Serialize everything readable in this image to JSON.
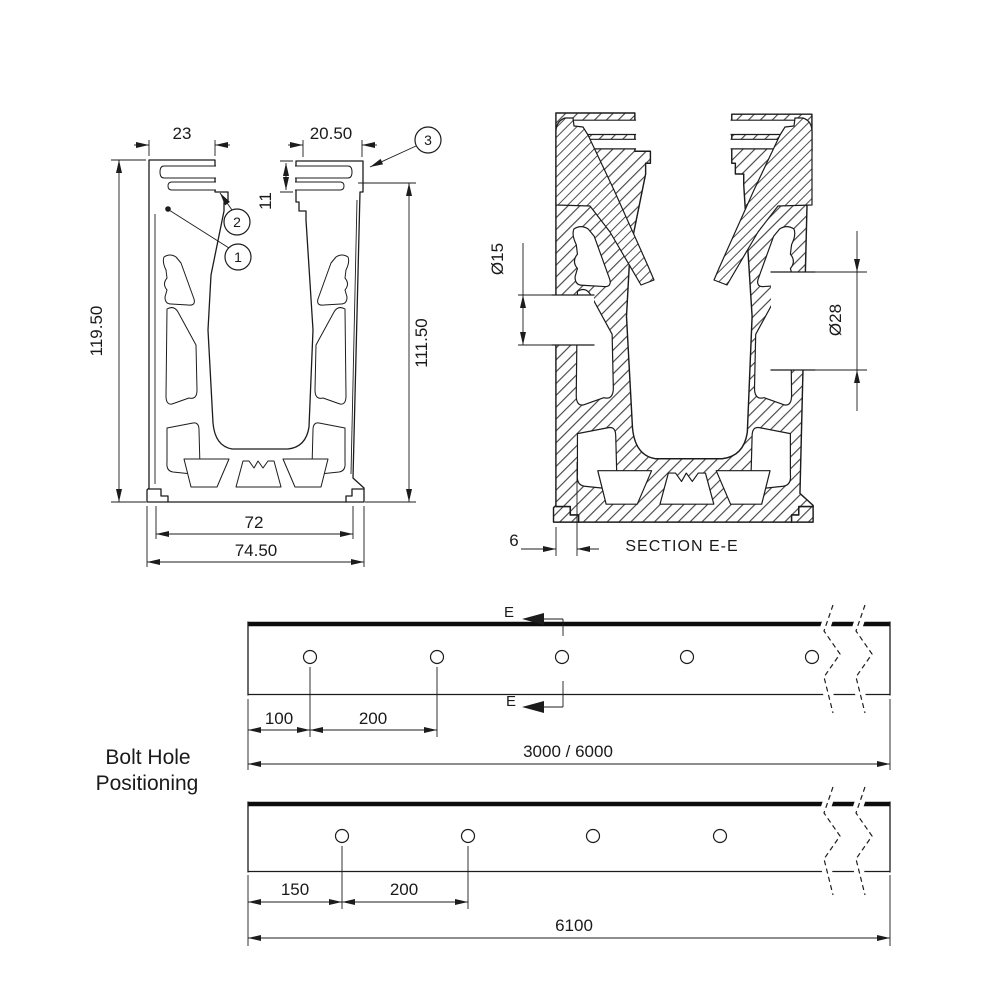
{
  "drawing": {
    "profile_view": {
      "dim_top_left_width": "23",
      "dim_top_right_width": "20.50",
      "dim_flange_height": "11",
      "dim_overall_height": "119.50",
      "dim_inner_height": "111.50",
      "dim_inner_width": "72",
      "dim_overall_width": "74.50",
      "balloon_1": "1",
      "balloon_2": "2",
      "balloon_3": "3"
    },
    "section_view": {
      "label": "SECTION E-E",
      "dim_hole_small": "Ø15",
      "dim_hole_large": "Ø28",
      "dim_wall_thickness": "6"
    },
    "bolt_layout": {
      "title_line1": "Bolt Hole",
      "title_line2": "Positioning",
      "section_marker": "E",
      "bar1_dim_first_hole": "100",
      "bar1_dim_pitch": "200",
      "bar1_dim_overall": "3000 / 6000",
      "bar2_dim_first_hole": "150",
      "bar2_dim_pitch": "200",
      "bar2_dim_overall": "6100"
    }
  }
}
